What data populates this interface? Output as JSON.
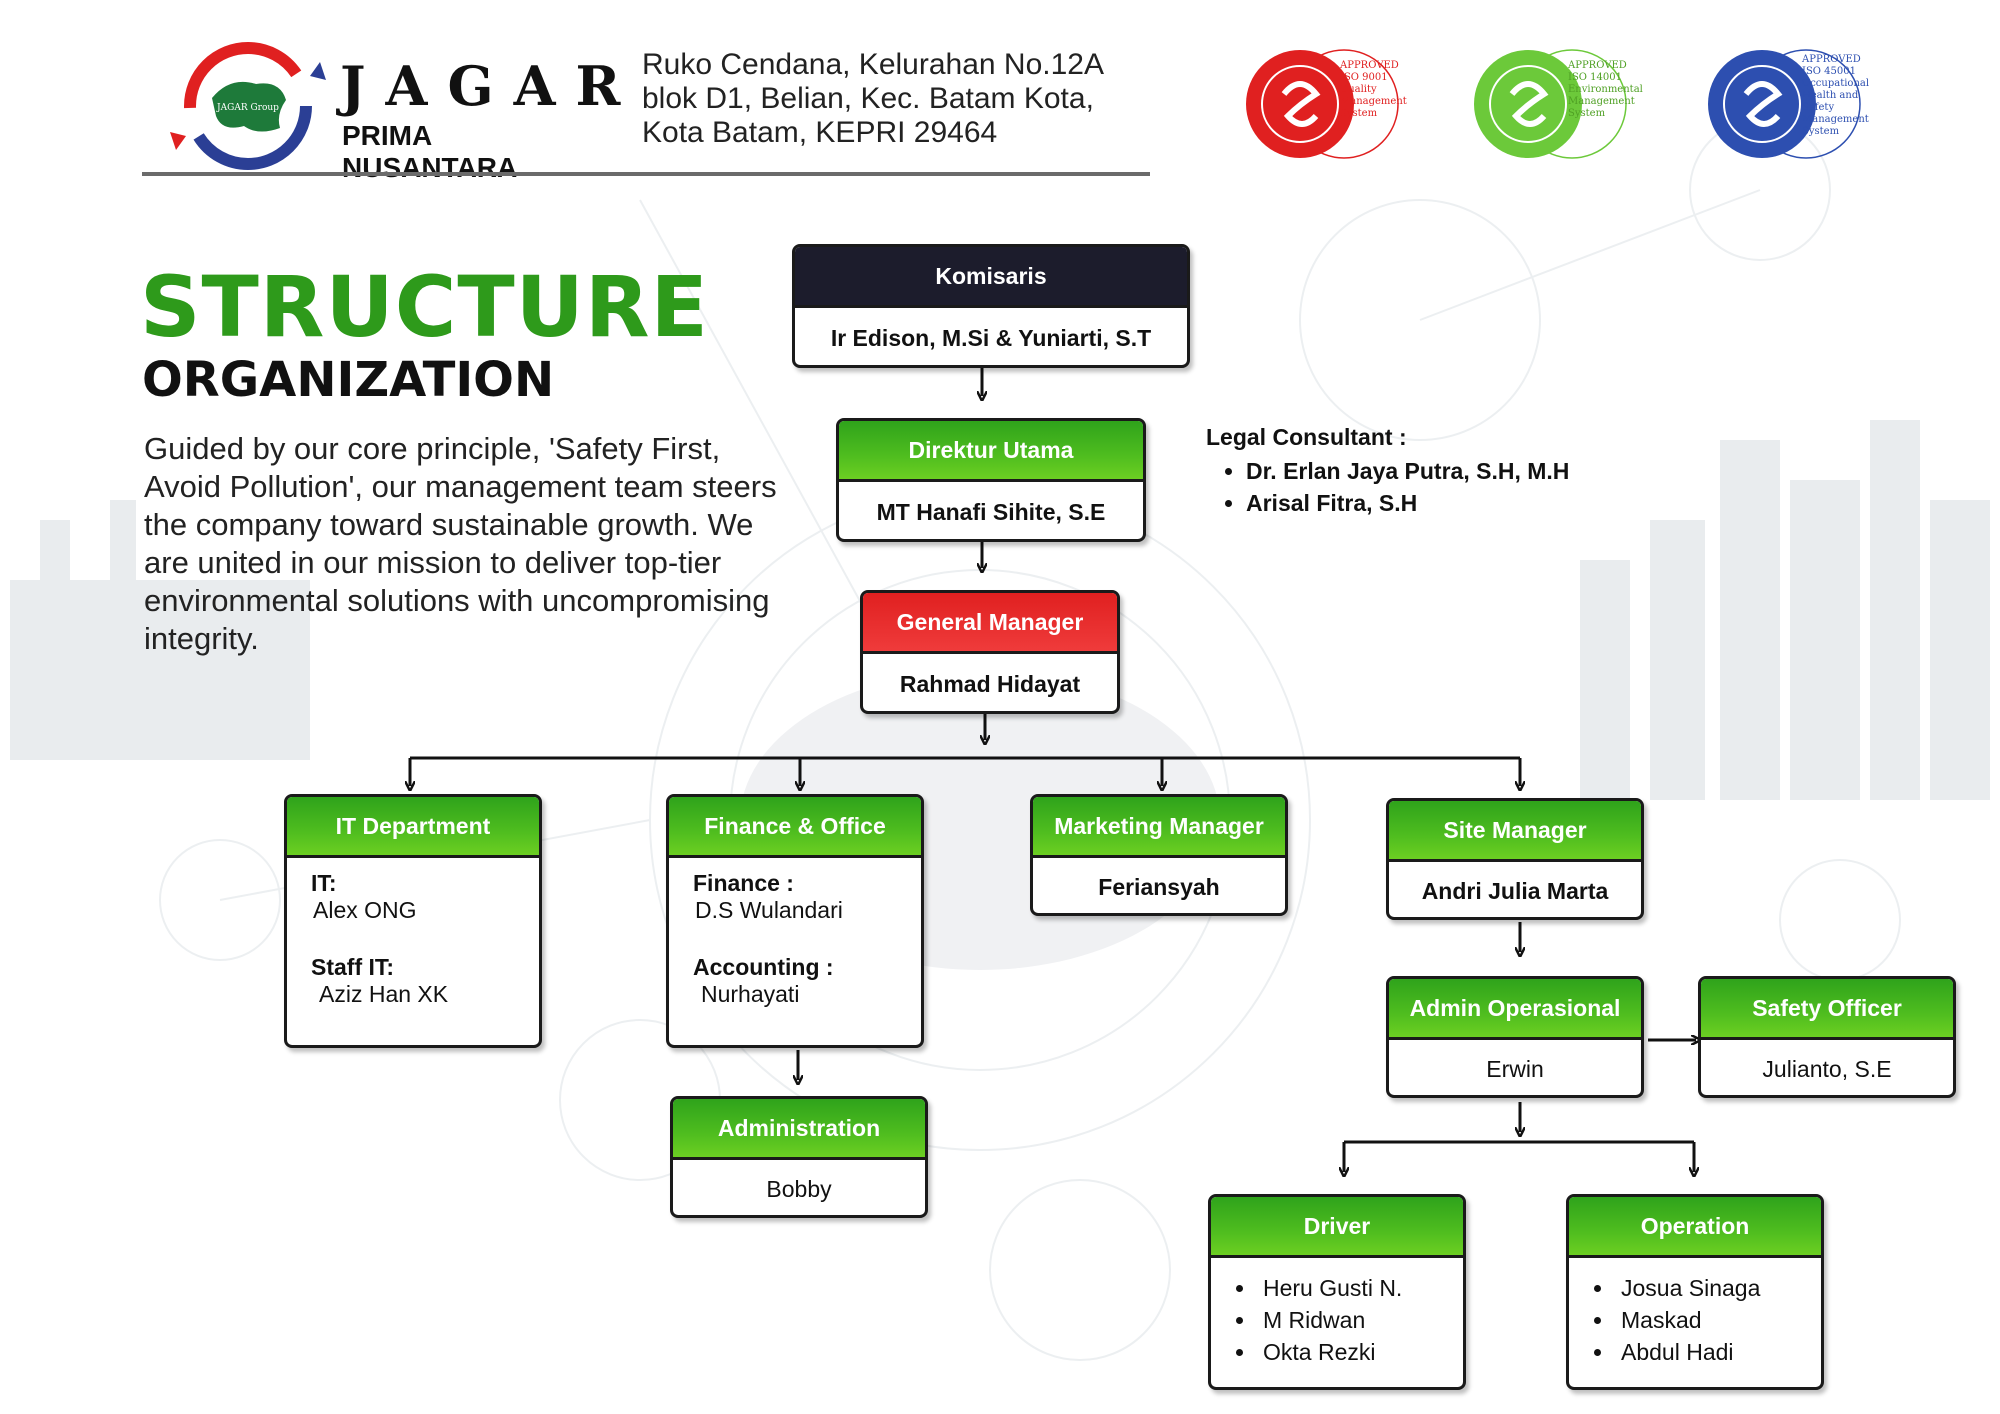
{
  "company": {
    "name_main": "JAGAR",
    "name_sub": "PRIMA NUSANTARA",
    "logo_text": "JAGAR Group",
    "address_lines": [
      "Ruko Cendana, Kelurahan No.12A",
      "blok D1, Belian, Kec. Batam Kota,",
      "Kota Batam, KEPRI 29464"
    ]
  },
  "certifications": [
    {
      "lines": [
        "APPROVED",
        "ISO 9001",
        "Quality",
        "Management",
        "System"
      ],
      "color": "#e02020"
    },
    {
      "lines": [
        "APPROVED",
        "ISO 14001",
        "Environmental",
        "Management",
        "System"
      ],
      "color": "#6cc93a"
    },
    {
      "lines": [
        "APPROVED",
        "ISO 45001",
        "Occupational",
        "Health and",
        "Safety",
        "Management",
        "System"
      ],
      "color": "#2d4fb0"
    }
  ],
  "title": {
    "main": "STRUCTURE",
    "sub": "ORGANIZATION"
  },
  "intro": "Guided by our core principle, 'Safety First, Avoid Pollution', our management team steers the company toward sustainable growth. We are united in our mission to deliver top-tier environmental solutions with uncompromising integrity.",
  "legal": {
    "heading": "Legal Consultant :",
    "members": [
      "Dr. Erlan Jaya Putra, S.H, M.H",
      "Arisal Fitra, S.H"
    ]
  },
  "org": {
    "komisaris": {
      "title": "Komisaris",
      "name": "Ir Edison, M.Si & Yuniarti, S.T"
    },
    "direktur": {
      "title": "Direktur Utama",
      "name": "MT Hanafi Sihite, S.E"
    },
    "gm": {
      "title": "General Manager",
      "name": "Rahmad Hidayat"
    },
    "it": {
      "title": "IT Department",
      "label1": "IT:",
      "value1": "Alex ONG",
      "label2": "Staff IT:",
      "value2": "Aziz Han XK"
    },
    "finance": {
      "title": "Finance & Office",
      "label1": "Finance :",
      "value1": "D.S Wulandari",
      "label2": "Accounting :",
      "value2": "Nurhayati"
    },
    "marketing": {
      "title": "Marketing Manager",
      "name": "Feriansyah"
    },
    "site": {
      "title": "Site Manager",
      "name": "Andri Julia Marta"
    },
    "admin": {
      "title": "Administration",
      "name": "Bobby"
    },
    "admin_op": {
      "title": "Admin Operasional",
      "name": "Erwin"
    },
    "safety": {
      "title": "Safety Officer",
      "name": "Julianto, S.E"
    },
    "driver": {
      "title": "Driver",
      "members": [
        "Heru Gusti N.",
        "M Ridwan",
        "Okta Rezki"
      ]
    },
    "operation": {
      "title": "Operation",
      "members": [
        "Josua Sinaga",
        "Maskad",
        "Abdul Hadi"
      ]
    }
  },
  "colors": {
    "green": "#2e9a1b",
    "red": "#e02020",
    "dark": "#1c1c2c"
  }
}
